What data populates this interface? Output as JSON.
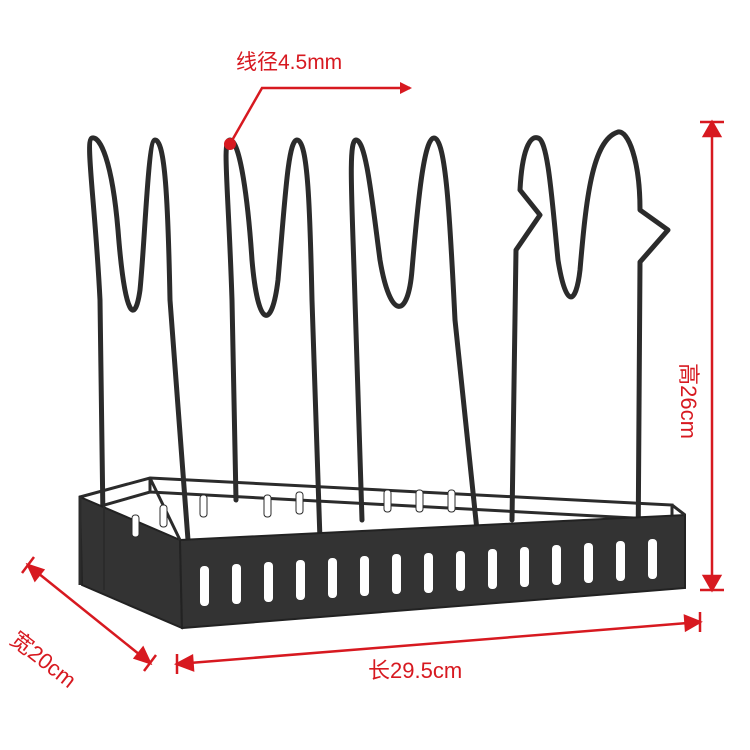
{
  "product": {
    "name": "pot-lid-rack",
    "wire_color": "#2b2b2b",
    "frame_color": "#333333"
  },
  "dimensions": {
    "wire_diameter_label": "线径4.5mm",
    "length_label": "长29.5cm",
    "height_label": "高26cm",
    "width_label": "宽20cm"
  },
  "colors": {
    "annotation": "#d71920",
    "background": "#ffffff"
  }
}
